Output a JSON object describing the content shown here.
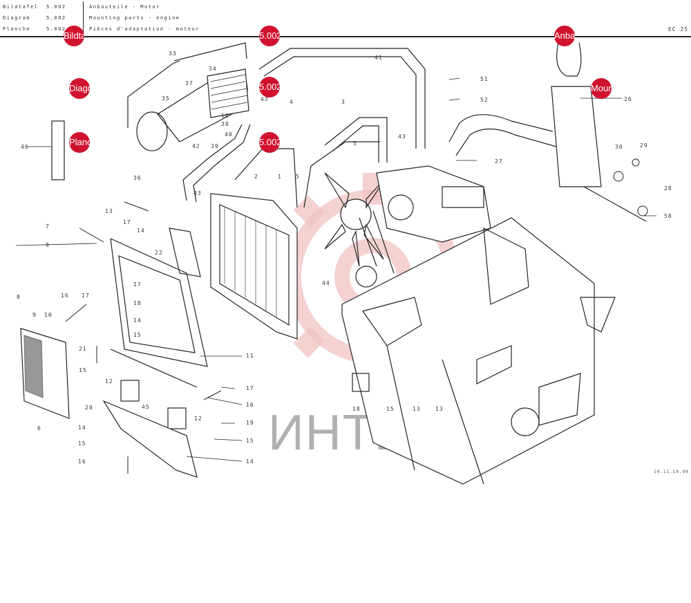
{
  "header": {
    "rows": [
      {
        "key": "Bildtafel",
        "num": "5.002",
        "desc": "Anbauteile - Motor"
      },
      {
        "key": "Diagram",
        "num": "5.002",
        "desc": "Mounting parts - engine"
      },
      {
        "key": "Planche",
        "num": "5.002",
        "desc": "Pièces d'adaptation - moteur"
      }
    ],
    "code": "EC 25",
    "date": "14.11.10.99"
  },
  "hotspots": [
    {
      "label": "Bildtafel"
    },
    {
      "label": "5.002"
    },
    {
      "label": "Anbauteile - Motor"
    },
    {
      "label": "Diagram"
    },
    {
      "label": "5.002"
    },
    {
      "label": "Mounting parts"
    },
    {
      "label": "Planche"
    },
    {
      "label": "5.002"
    }
  ],
  "watermark": "ИНТЕХ",
  "callouts": [
    "33",
    "34",
    "37",
    "35",
    "36",
    "38",
    "16",
    "39",
    "40",
    "42",
    "43",
    "41",
    "51",
    "52",
    "26",
    "4",
    "3",
    "43",
    "27",
    "5",
    "30",
    "29",
    "28",
    "50",
    "46",
    "13",
    "17",
    "14",
    "2",
    "1",
    "5",
    "43",
    "22",
    "44",
    "7",
    "9",
    "17",
    "18",
    "14",
    "15",
    "8",
    "9",
    "10",
    "16",
    "17",
    "21",
    "15",
    "12",
    "45",
    "20",
    "14",
    "15",
    "16",
    "12",
    "13",
    "11",
    "17",
    "16",
    "19",
    "15",
    "14",
    "6",
    "18",
    "15",
    "13"
  ],
  "colors": {
    "hotspot": "#d0122e",
    "line": "#222222",
    "watermark": "#e9a3a3"
  }
}
